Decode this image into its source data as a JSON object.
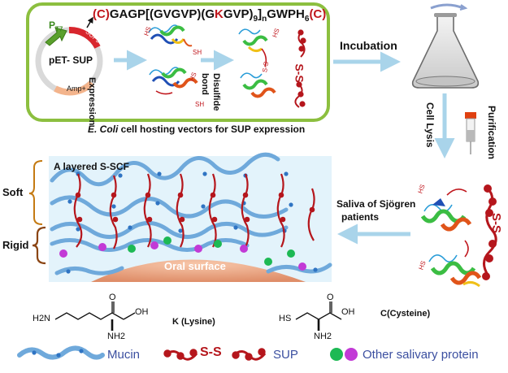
{
  "colors": {
    "box_border": "#8cbf3f",
    "flow_arrow": "#a9d4ea",
    "peptide_red": "#b5161c",
    "mucin_blue": "#6fa9db",
    "green_protein": "#1db954",
    "purple_protein": "#c23ad6",
    "oral_surface": "#e8a07e",
    "panel_bg": "#e3f3fb",
    "bracket": "#c47a12"
  },
  "top_box": {
    "sequence": {
      "c1": "(C)",
      "p1": "GAGP[(GVGVP)(G",
      "k": "K",
      "p2": "GVP)",
      "sub9": "9",
      "p3": "]",
      "subn": "n",
      "p4": "GWPH",
      "sub6": "6",
      "c2": "(C)"
    },
    "plasmid": {
      "name": "pET- SUP",
      "promoter": "P",
      "promoter_sub": "T7",
      "sup_segment": "SUPs",
      "amp_segment": "Amp+"
    },
    "expression_label": "Expression",
    "disulfide_label_1": "Disulfide",
    "disulfide_label_2": "bond",
    "sh_label": "SH",
    "hs_label": "HS",
    "ss_label": "S-S",
    "caption_italic": "E. Coli",
    "caption_rest": " cell hosting vectors for SUP expression"
  },
  "process": {
    "incubation": "Incubation",
    "cell_lysis": "Cell Lysis",
    "purification": "Purification",
    "saliva_1": "Saliva of Sjögren",
    "saliva_2": "patients"
  },
  "scf_panel": {
    "title": "A layered S-SCF",
    "soft": "Soft",
    "rigid": "Rigid",
    "oral_surface": "Oral surface"
  },
  "legend": {
    "lysine_label": "K (Lysine)",
    "cysteine_label": "C(Cysteine)",
    "mucin": "Mucin",
    "sup": "SUP",
    "other": "Other salivary protein",
    "lys_h2n": "H2N",
    "lys_nh2": "NH2",
    "lys_o": "O",
    "lys_oh": "OH",
    "cys_hs": "HS",
    "cys_nh2": "NH2",
    "cys_o": "O",
    "cys_oh": "OH"
  }
}
